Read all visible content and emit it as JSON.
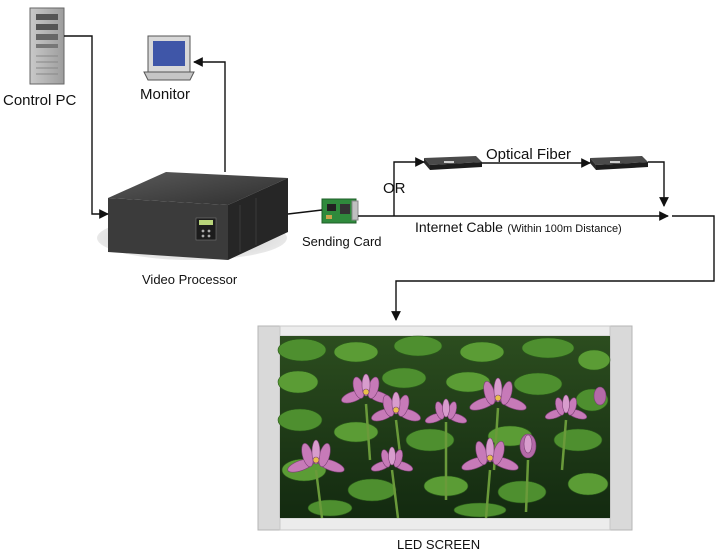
{
  "nodes": {
    "control_pc": "Control PC",
    "monitor": "Monitor",
    "video_processor": "Video Processor",
    "sending_card": "Sending Card",
    "led_screen": "LED SCREEN"
  },
  "links": {
    "or_label": "OR",
    "optical_fiber": "Optical Fiber",
    "internet_cable": "Internet Cable",
    "internet_cable_note": "(Within 100m Distance)"
  },
  "colors": {
    "line": "#111111",
    "processor_body": "#3a3a3a",
    "card_pcb": "#2f8a3c",
    "screen_frame": "#d9d9d9",
    "water": "#1e3f18",
    "lily_pad": "#4e8f2f",
    "flower": "#c77ab8"
  },
  "icons": [
    "tower-pc-icon",
    "crt-monitor-icon",
    "video-processor-icon",
    "pcb-card-icon",
    "fiber-converter-icon",
    "led-screen-icon"
  ]
}
